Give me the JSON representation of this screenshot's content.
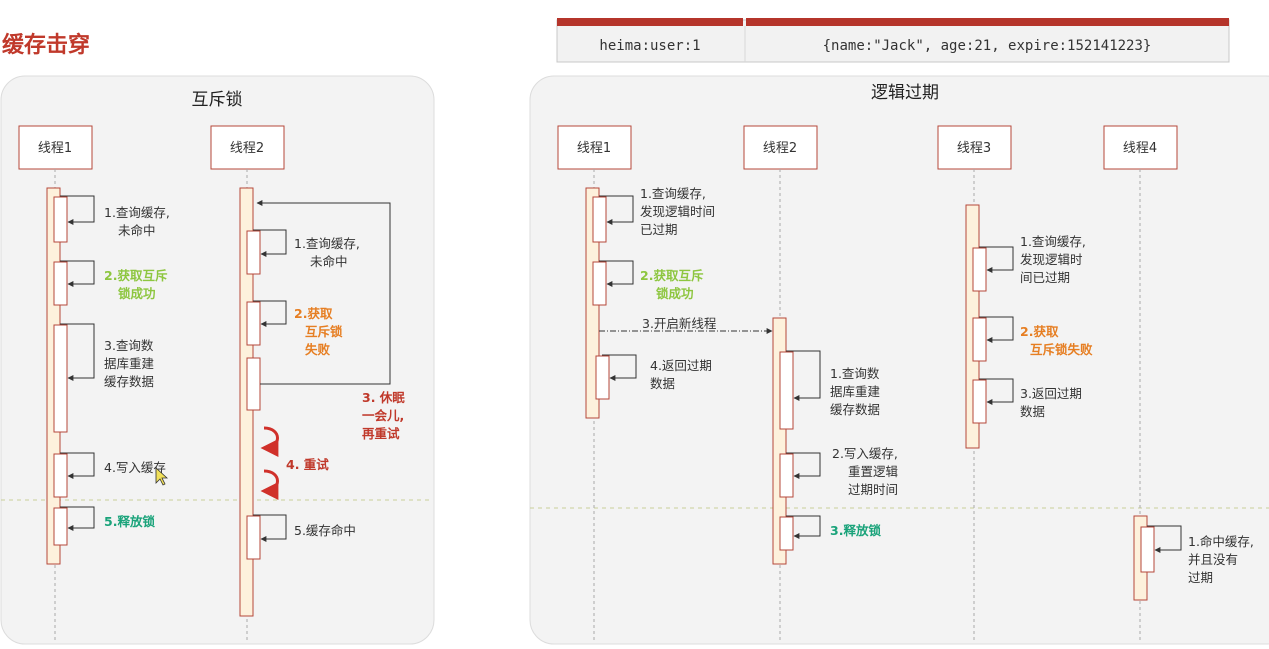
{
  "title": "缓存击穿",
  "cache_table": {
    "key": "heima:user:1",
    "value": "{name:\"Jack\", age:21, expire:152141223}"
  },
  "left_panel": {
    "title": "互斥锁",
    "threads": [
      "线程1",
      "线程2"
    ],
    "t1": {
      "s1": [
        "1.查询缓存,",
        "未命中"
      ],
      "s2": [
        "2.获取互斥",
        "锁成功"
      ],
      "s3": [
        "3.查询数",
        "据库重建",
        "缓存数据"
      ],
      "s4": [
        "4.写入缓存"
      ],
      "s5": [
        "5.释放锁"
      ]
    },
    "t2": {
      "s1": [
        "1.查询缓存,",
        "未命中"
      ],
      "s2": [
        "2.获取",
        "互斥锁",
        "失败"
      ],
      "s3": [
        "3. 休眠",
        "一会儿,",
        "再重试"
      ],
      "s4": [
        "4. 重试"
      ],
      "s5": [
        "5.缓存命中"
      ]
    }
  },
  "right_panel": {
    "title": "逻辑过期",
    "threads": [
      "线程1",
      "线程2",
      "线程3",
      "线程4"
    ],
    "t1": {
      "s1": [
        "1.查询缓存,",
        "发现逻辑时间",
        "已过期"
      ],
      "s2": [
        "2.获取互斥",
        "锁成功"
      ],
      "s3": [
        "3.开启新线程"
      ],
      "s4": [
        "4.返回过期",
        "数据"
      ]
    },
    "t2": {
      "s1": [
        "1.查询数",
        "据库重建",
        "缓存数据"
      ],
      "s2": [
        "2.写入缓存,",
        "重置逻辑",
        "过期时间"
      ],
      "s3": [
        "3.释放锁"
      ]
    },
    "t3": {
      "s1": [
        "1.查询缓存,",
        "发现逻辑时",
        "间已过期"
      ],
      "s2": [
        "2.获取",
        "互斥锁失败"
      ],
      "s3": [
        "3.返回过期",
        "数据"
      ]
    },
    "t4": {
      "s1": [
        "1.命中缓存,",
        "并且没有",
        "过期"
      ]
    }
  }
}
